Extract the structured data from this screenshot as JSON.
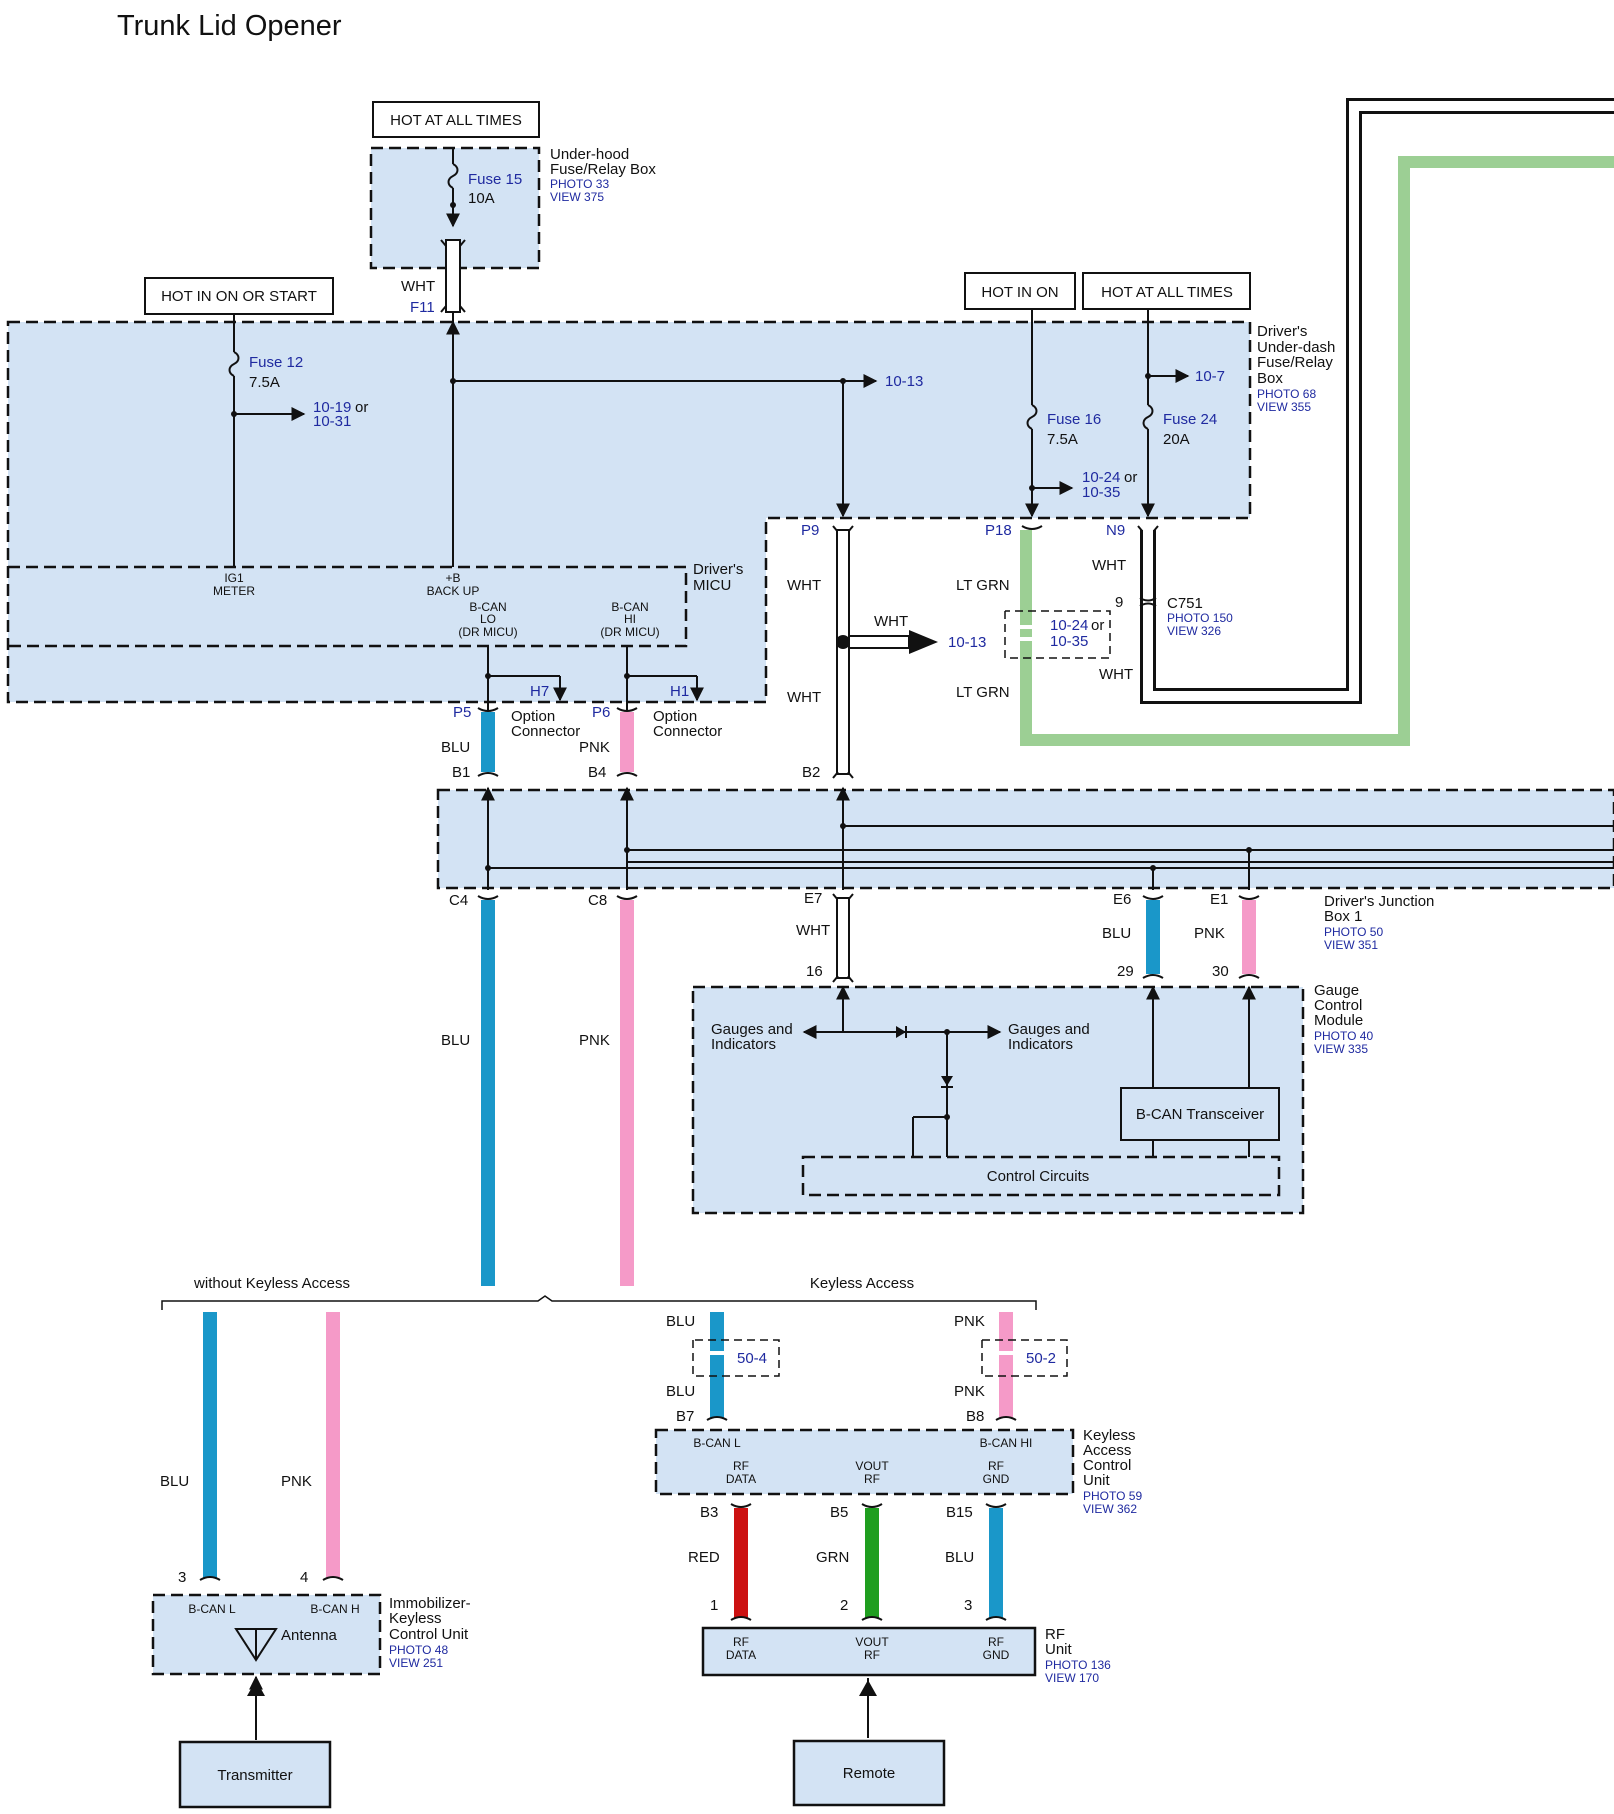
{
  "title": "Trunk Lid Opener",
  "colors": {
    "box_fill": "#d3e3f4",
    "wire_blu": "#1a97c9",
    "wire_pnk": "#f59ac8",
    "wire_ltgrn": "#9ccf94",
    "wire_red": "#cc1111",
    "wire_grn": "#1f9e1f",
    "wire_wht": "#ffffff",
    "link_text": "#1f2aa0"
  },
  "power_labels": {
    "hot_at_all_times_1": "HOT AT ALL TIMES",
    "hot_in_on_or_start": "HOT IN ON OR START",
    "hot_in_on": "HOT IN ON",
    "hot_at_all_times_2": "HOT AT ALL TIMES"
  },
  "underhood_box": {
    "name_line1": "Under-hood",
    "name_line2": "Fuse/Relay Box",
    "photo": "PHOTO 33",
    "view": "VIEW 375",
    "fuse_name": "Fuse 15",
    "fuse_rating": "10A",
    "wire_color": "WHT",
    "connector": "F11"
  },
  "underdash_box": {
    "name_line1": "Driver's",
    "name_line2": "Under-dash",
    "name_line3": "Fuse/Relay",
    "name_line4": "Box",
    "photo": "PHOTO 68",
    "view": "VIEW 355",
    "fuse12_name": "Fuse 12",
    "fuse12_rating": "7.5A",
    "ref_10_19": "10-19",
    "word_or": "or",
    "ref_10_31": "10-31",
    "ref_10_13": "10-13",
    "fuse16_name": "Fuse 16",
    "fuse16_rating": "7.5A",
    "ref_10_24": "10-24",
    "ref_10_35": "10-35",
    "fuse24_name": "Fuse 24",
    "fuse24_rating": "20A",
    "ref_10_7": "10-7"
  },
  "micu": {
    "name_line1": "Driver's",
    "name_line2": "MICU",
    "ig1_line1": "IG1",
    "ig1_line2": "METER",
    "backup_line1": "+B",
    "backup_line2": "BACK UP",
    "bcan_lo_line1": "B-CAN",
    "bcan_lo_line2": "LO",
    "bcan_lo_line3": "(DR MICU)",
    "bcan_hi_line1": "B-CAN",
    "bcan_hi_line2": "HI",
    "bcan_hi_line3": "(DR MICU)",
    "h7": "H7",
    "h1": "H1",
    "option_connector_line1": "Option",
    "option_connector_line2": "Connector"
  },
  "connectors": {
    "p5": "P5",
    "p6": "P6",
    "p9": "P9",
    "p18": "P18",
    "n9": "N9",
    "b1": "B1",
    "b4": "B4",
    "b2": "B2",
    "c4": "C4",
    "c8": "C8",
    "e7": "E7",
    "e6": "E6",
    "e1": "E1",
    "pin16": "16",
    "pin29": "29",
    "pin30": "30",
    "pin9": "9",
    "c751": "C751",
    "c751_photo": "PHOTO 150",
    "c751_view": "VIEW 326"
  },
  "wire_labels": {
    "blu": "BLU",
    "pnk": "PNK",
    "wht": "WHT",
    "ltgrn": "LT GRN",
    "red": "RED",
    "grn": "GRN"
  },
  "junction_box": {
    "name_line1": "Driver's Junction",
    "name_line2": "Box 1",
    "photo": "PHOTO 50",
    "view": "VIEW 351"
  },
  "gauge_module": {
    "name_line1": "Gauge",
    "name_line2": "Control",
    "name_line3": "Module",
    "photo": "PHOTO 40",
    "view": "VIEW 335",
    "gauges_line1": "Gauges and",
    "gauges_line2": "Indicators",
    "transceiver": "B-CAN Transceiver",
    "control_circuits": "Control Circuits"
  },
  "variants": {
    "without_keyless": "without Keyless Access",
    "keyless": "Keyless Access"
  },
  "refs": {
    "r50_4": "50-4",
    "r50_2": "50-2"
  },
  "keyless_unit": {
    "name_line1": "Keyless",
    "name_line2": "Access",
    "name_line3": "Control",
    "name_line4": "Unit",
    "photo": "PHOTO 59",
    "view": "VIEW 362",
    "b7": "B7",
    "b8": "B8",
    "b3": "B3",
    "b5": "B5",
    "b15": "B15",
    "bcan_l": "B-CAN L",
    "bcan_hi": "B-CAN HI",
    "rf": "RF",
    "data": "DATA",
    "vout": "VOUT",
    "gnd": "GND"
  },
  "immobilizer": {
    "name_line1": "Immobilizer-",
    "name_line2": "Keyless",
    "name_line3": "Control Unit",
    "photo": "PHOTO 48",
    "view": "VIEW 251",
    "pin3": "3",
    "pin4": "4",
    "bcan_l": "B-CAN L",
    "bcan_h": "B-CAN H",
    "antenna": "Antenna"
  },
  "rf_unit": {
    "name_line1": "RF",
    "name_line2": "Unit",
    "photo": "PHOTO 136",
    "view": "VIEW 170",
    "pin1": "1",
    "pin2": "2",
    "pin3": "3"
  },
  "sources": {
    "transmitter": "Transmitter",
    "remote": "Remote"
  }
}
